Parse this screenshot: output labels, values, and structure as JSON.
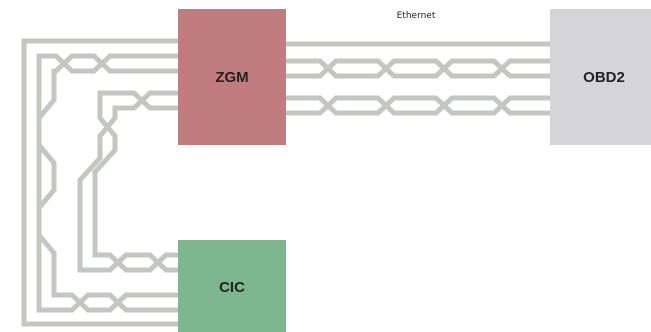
{
  "network_label": "Ethernet",
  "modules": {
    "zgm": {
      "label": "ZGM",
      "color": "#c17c80"
    },
    "obd2": {
      "label": "OBD2",
      "color": "#d5d5d9"
    },
    "cic": {
      "label": "CIC",
      "color": "#7cb790"
    }
  },
  "wire_color": "#c3c7c0"
}
